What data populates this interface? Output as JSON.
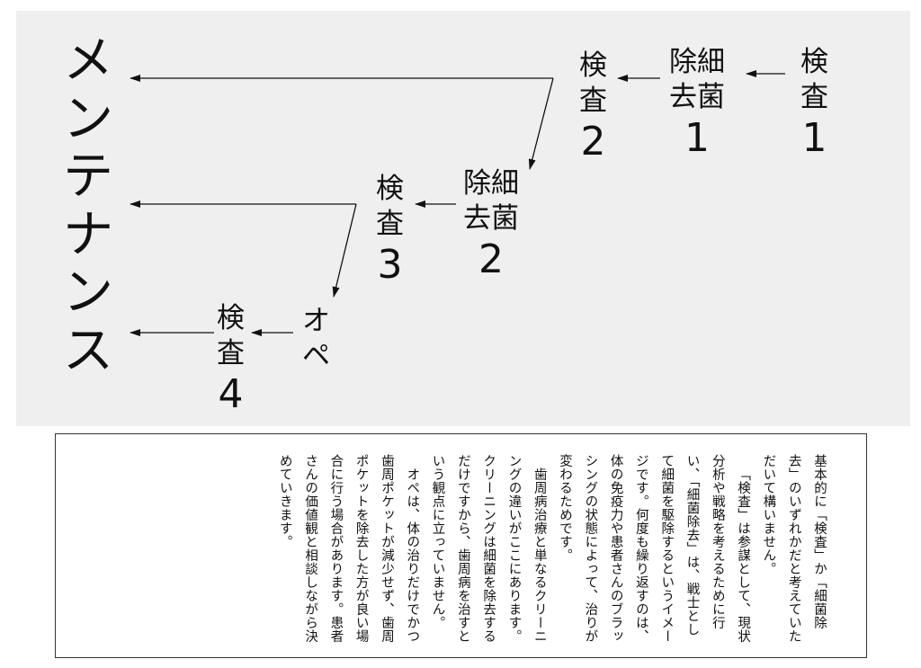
{
  "diagram": {
    "title": "メンテナンス",
    "exam1": [
      "検",
      "査",
      "1"
    ],
    "sterilize1": [
      "除細",
      "去菌",
      "1"
    ],
    "exam2": [
      "検",
      "査",
      "2"
    ],
    "sterilize2": [
      "除細",
      "去菌",
      "2"
    ],
    "exam3": [
      "検",
      "査",
      "3"
    ],
    "ope": [
      "オ",
      "ペ"
    ],
    "exam4": [
      "検",
      "査",
      "4"
    ]
  },
  "text": {
    "paragraphs": [
      "基本的に「検査」か「細菌除去」のいずれかだと考えていただいて構いません。",
      "「検査」は参謀として、現状分析や戦略を考えるために行い、「細菌除去」は、戦士として細菌を駆除するというイメージです。何度も繰り返すのは、体の免疫力や患者さんのブラッシングの状態によって、治りが変わるためです。",
      "歯周病治療と単なるクリーニングの違いがここにあります。クリーニングは細菌を除去するだけですから、歯周病を治すという観点に立っていません。",
      "オペは、体の治りだけでかつ歯周ポケットが減少せず、歯周ポケットを除去した方が良い場合に行う場合があります。患者さんの価値観と相談しながら決めていきます。"
    ]
  },
  "colors": {
    "panel": "#efefef",
    "ink": "#111111"
  }
}
